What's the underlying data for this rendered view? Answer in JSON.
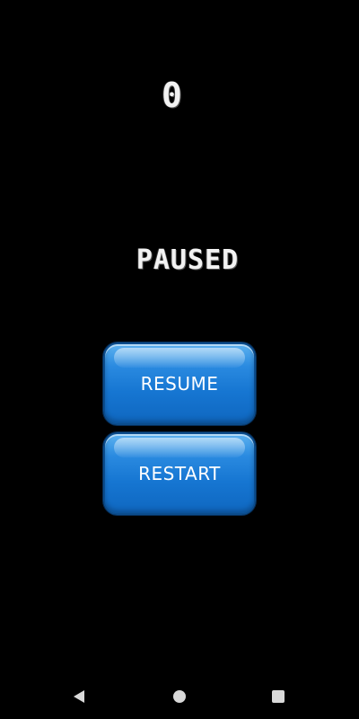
{
  "game": {
    "score": "0",
    "status": "PAUSED"
  },
  "menu": {
    "resume_label": "RESUME",
    "restart_label": "RESTART",
    "button_color": "#1676d2"
  },
  "navbar": {
    "back_icon": "back-icon",
    "home_icon": "home-icon",
    "recents_icon": "recents-icon"
  }
}
